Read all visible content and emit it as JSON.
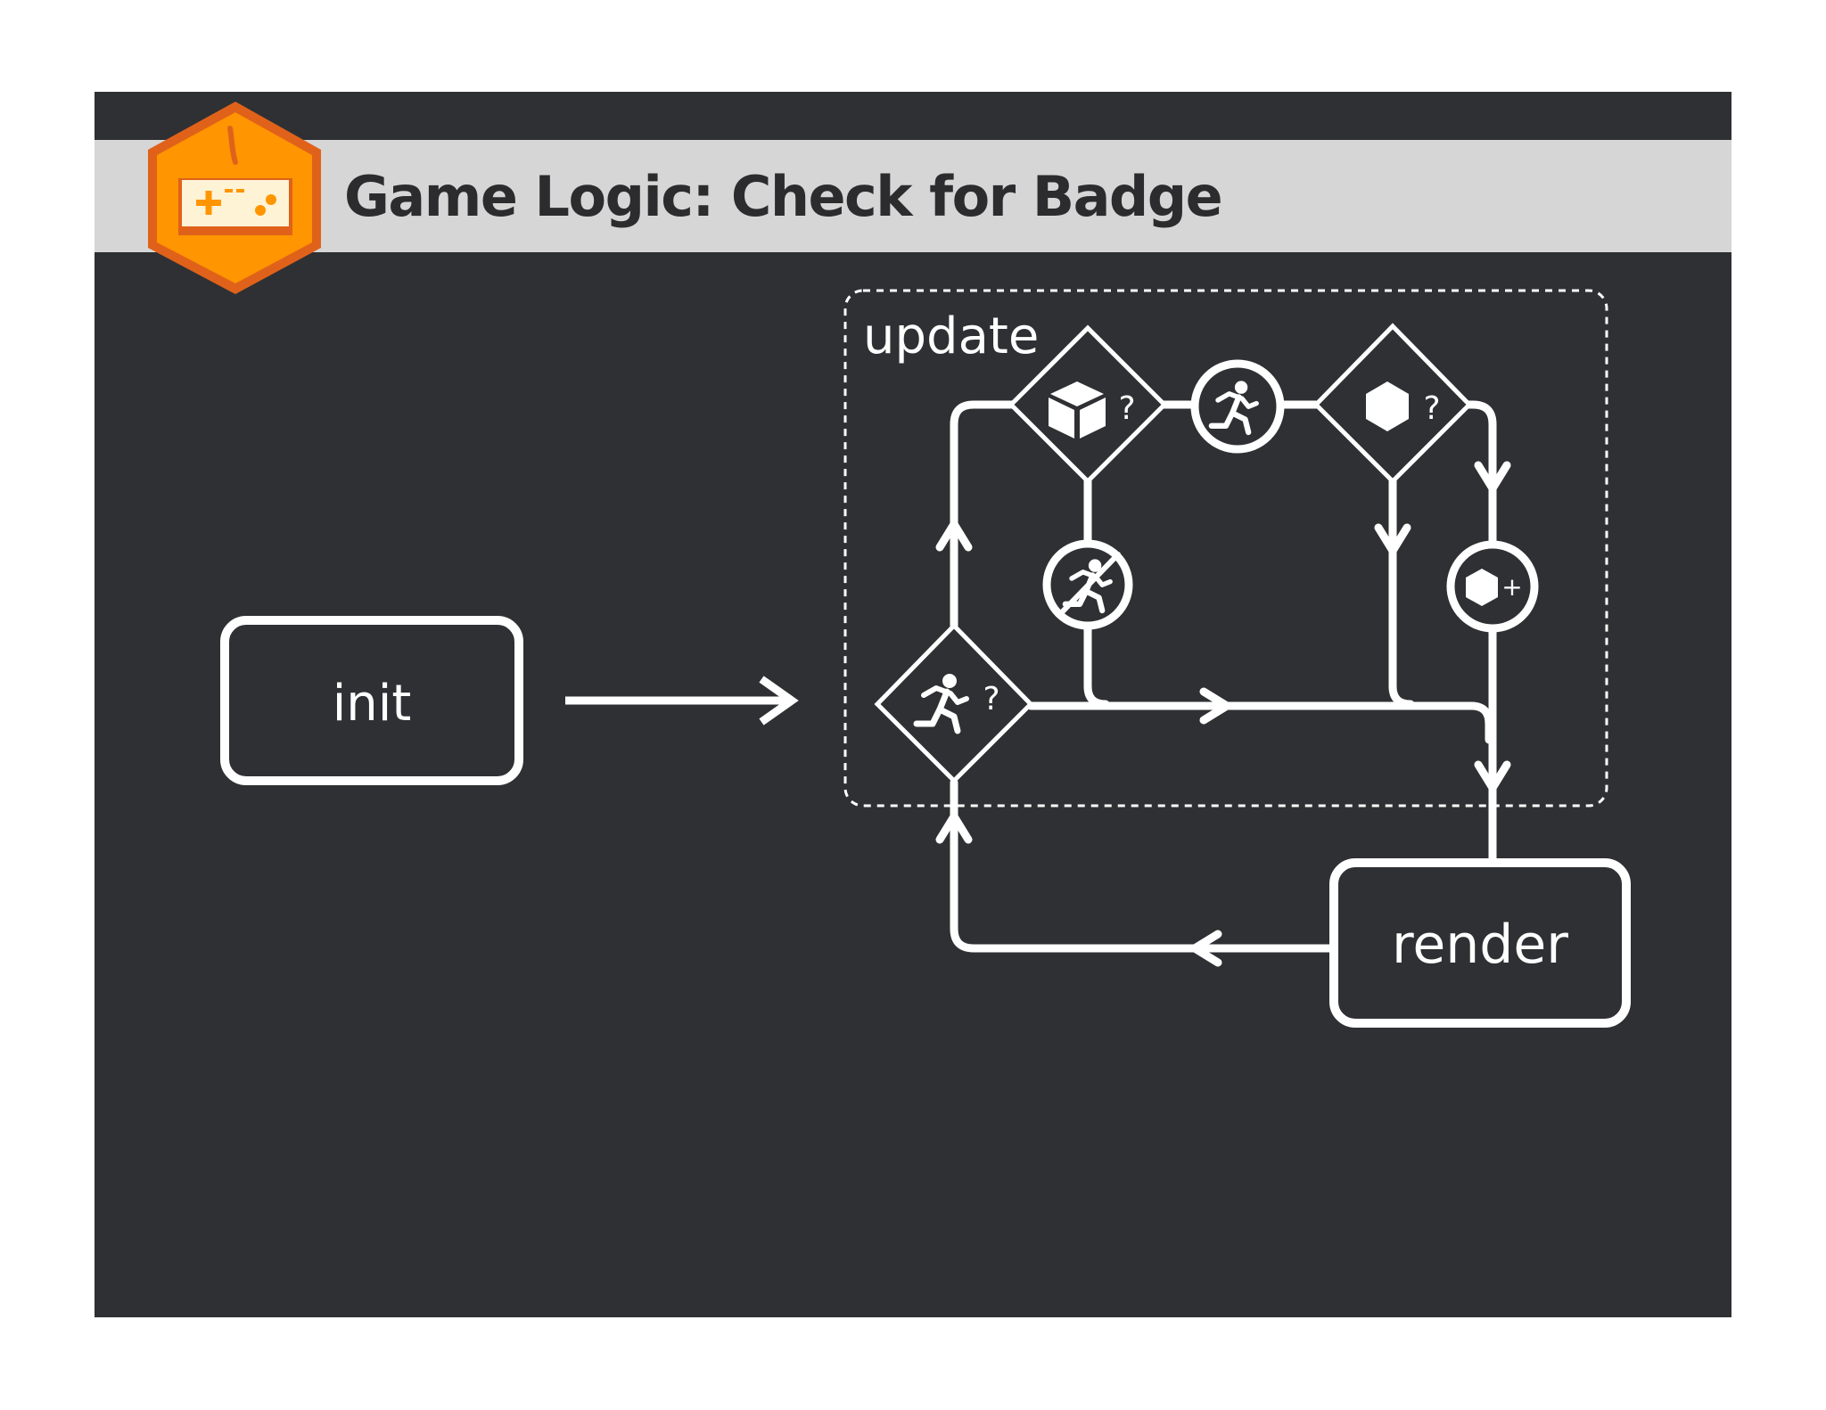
{
  "slide": {
    "title": "Game Logic: Check for Badge",
    "background_color": "#2f3033",
    "title_bar_color": "#d6d6d6",
    "badge_icon": "game-controller-icon",
    "badge_color": "#ff9500"
  },
  "diagram": {
    "nodes": {
      "init": "init",
      "update": "update",
      "render": "render"
    },
    "decisions": [
      {
        "name": "player-moved-decision",
        "icon": "running-person-icon",
        "symbol": "?"
      },
      {
        "name": "box-found-decision",
        "icon": "cube-icon",
        "symbol": "?"
      },
      {
        "name": "badge-found-decision",
        "icon": "hexagon-icon",
        "symbol": "?"
      }
    ],
    "actions": [
      {
        "name": "stop-moving-action",
        "icon": "no-running-icon"
      },
      {
        "name": "move-player-action",
        "icon": "running-person-icon"
      },
      {
        "name": "add-badge-action",
        "icon": "hexagon-plus-icon",
        "symbol": "+"
      }
    ]
  }
}
